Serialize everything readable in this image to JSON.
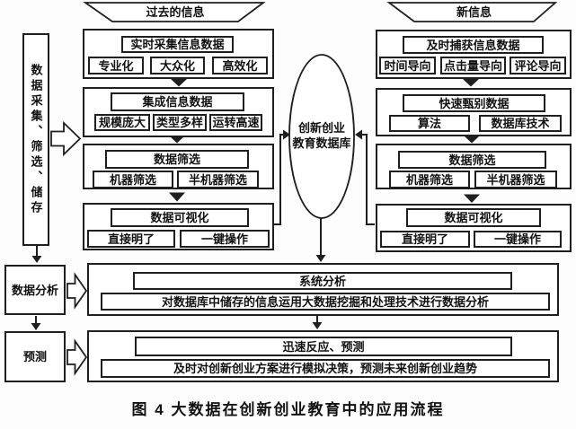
{
  "meta": {
    "caption": "图 4 大数据在创新创业教育中的应用流程"
  },
  "colors": {
    "line": "#1f1f1f",
    "background": "#fdfdfd",
    "box_fill": "#ffffff"
  },
  "top": {
    "left_trapezoid": "过去的信息",
    "right_trapezoid": "新信息"
  },
  "left_rail": {
    "vertical_box": "数据采集、筛选、储存",
    "analysis_box": "数据分析",
    "predict_box": "预测"
  },
  "database_ellipse": {
    "line1": "创新创业",
    "line2": "教育数据库"
  },
  "left_column": {
    "groups": [
      {
        "title": "实时采集信息数据",
        "items": [
          "专业化",
          "大众化",
          "高效化"
        ]
      },
      {
        "title": "集成信息数据",
        "items": [
          "规模庞大",
          "类型多样",
          "运转高速"
        ]
      },
      {
        "title": "数据筛选",
        "items": [
          "机器筛选",
          "半机器筛选"
        ]
      },
      {
        "title": "数据可视化",
        "items": [
          "直接明了",
          "一键操作"
        ]
      }
    ]
  },
  "right_column": {
    "groups": [
      {
        "title": "及时捕获信息数据",
        "items": [
          "时间导向",
          "点击量导向",
          "评论导向"
        ]
      },
      {
        "title": "快速甄别数据",
        "items": [
          "算法",
          "数据库技术"
        ]
      },
      {
        "title": "数据筛选",
        "items": [
          "机器筛选",
          "半机器筛选"
        ]
      },
      {
        "title": "数据可视化",
        "items": [
          "直接明了",
          "一键操作"
        ]
      }
    ]
  },
  "bottom": {
    "system_analysis": {
      "title": "系统分析",
      "desc": "对数据库中储存的信息运用大数据挖掘和处理技术进行数据分析"
    },
    "prediction": {
      "title": "迅速反应、预测",
      "desc": "及时对创新创业方案进行模拟决策，预测未来创新创业趋势"
    }
  }
}
